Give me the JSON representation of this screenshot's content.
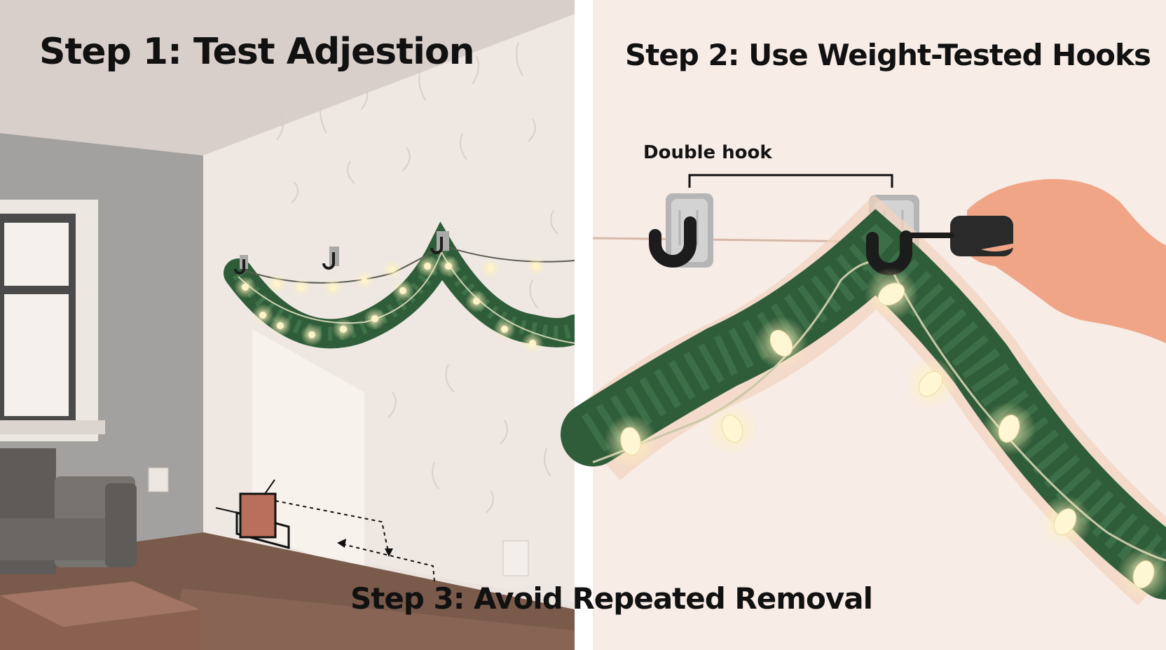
{
  "panels": {
    "step1": {
      "title": "Step 1: Test Adjestion"
    },
    "step2": {
      "title": "Step 2: Use Weight-Tested Hooks",
      "hook_label": "Double hook"
    },
    "step3": {
      "title": "Step 3: Avoid Repeated Removal"
    }
  },
  "colors": {
    "garland": "#2f5d3a",
    "bulb": "#fff6cf",
    "hook": "#1c1c1c",
    "hand": "#f0a587",
    "wall_left": "#eee6df",
    "wall_right": "#f7ece6"
  },
  "icons": [
    "adhesive-hook-icon",
    "garland-icon",
    "hand-icon",
    "adhesive-strip-icon",
    "sofa-icon",
    "window-icon"
  ]
}
